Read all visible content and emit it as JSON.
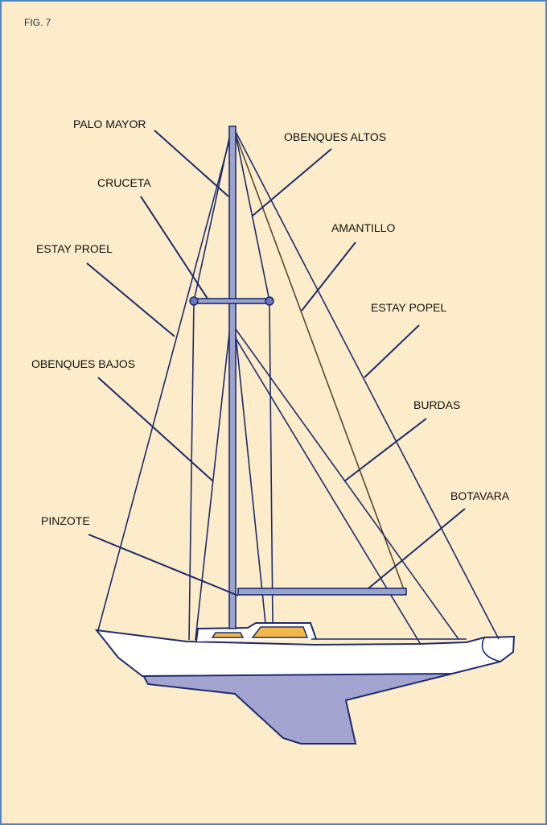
{
  "figure": {
    "label": "FIG. 7"
  },
  "labels": {
    "palo_mayor": "PALO MAYOR",
    "obenques_altos": "OBENQUES ALTOS",
    "cruceta": "CRUCETA",
    "amantillo": "AMANTILLO",
    "estay_proel": "ESTAY PROEL",
    "estay_popel": "ESTAY POPEL",
    "obenques_bajos": "OBENQUES BAJOS",
    "burdas": "BURDAS",
    "pinzote": "PINZOTE",
    "botavara": "BOTAVARA"
  },
  "colors": {
    "background": "#fdecc9",
    "border": "#4f86c6",
    "line": "#1c2b6e",
    "spar_fill": "#9aa3cf",
    "keel_fill": "#a3a4cf",
    "hull_fill": "#ffffff",
    "window_fill": "#f2b94a",
    "topping_lift": "#5a4632"
  }
}
